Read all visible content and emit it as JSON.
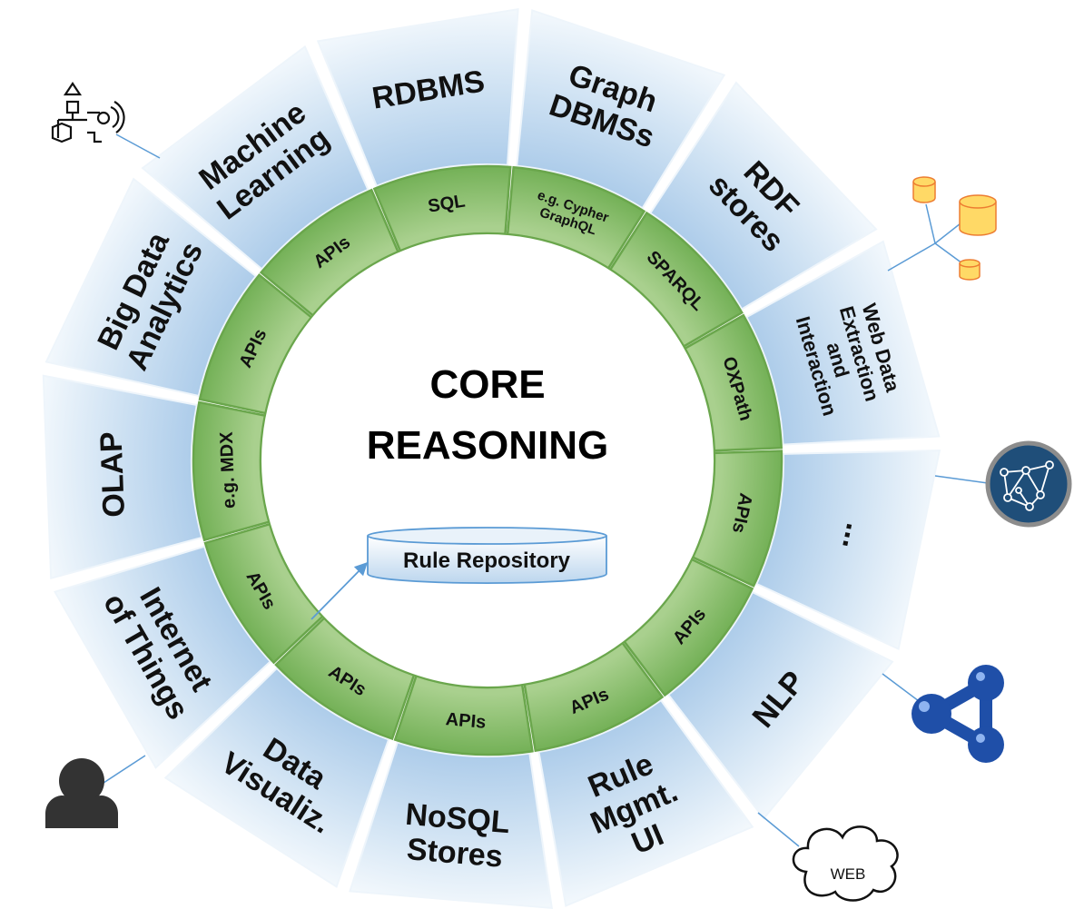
{
  "core": {
    "line1": "CORE",
    "line2": "REASONING"
  },
  "repository": {
    "label": "Rule Repository"
  },
  "segments": [
    {
      "lines": [
        "OLAP"
      ],
      "ring": "e.g. MDX"
    },
    {
      "lines": [
        "Big Data",
        "Analytics"
      ],
      "ring": "APIs"
    },
    {
      "lines": [
        "Machine",
        "Learning"
      ],
      "ring": "APIs"
    },
    {
      "lines": [
        "RDBMS"
      ],
      "ring": "SQL"
    },
    {
      "lines": [
        "Graph",
        "DBMSs"
      ],
      "ring": "e.g. Cypher|GraphQL"
    },
    {
      "lines": [
        "RDF",
        "stores"
      ],
      "ring": "SPARQL"
    },
    {
      "lines": [
        "Web Data",
        "Extraction",
        "and",
        "Interaction"
      ],
      "ring": "OXPath"
    },
    {
      "lines": [
        "..."
      ],
      "ring": "APIs"
    },
    {
      "lines": [
        "NLP"
      ],
      "ring": "APIs"
    },
    {
      "lines": [
        "Rule",
        "Mgmt.",
        "UI"
      ],
      "ring": "APIs"
    },
    {
      "lines": [
        "NoSQL",
        "Stores"
      ],
      "ring": "APIs"
    },
    {
      "lines": [
        "Data",
        "Visualiz."
      ],
      "ring": "APIs"
    },
    {
      "lines": [
        "Internet",
        "of Things"
      ],
      "ring": "APIs"
    }
  ],
  "icons": {
    "web_label": "WEB"
  },
  "colors": {
    "segment_fill": "#c6dcf0",
    "segment_edge": "#eef5fb",
    "ring_fill": "#8fc07a",
    "ring_edge": "#6aa64c",
    "graph_icon": "#1f4e79",
    "rdf_icon": "#1f4fa8",
    "db_icon": "#ffd966",
    "person_icon": "#333333"
  }
}
